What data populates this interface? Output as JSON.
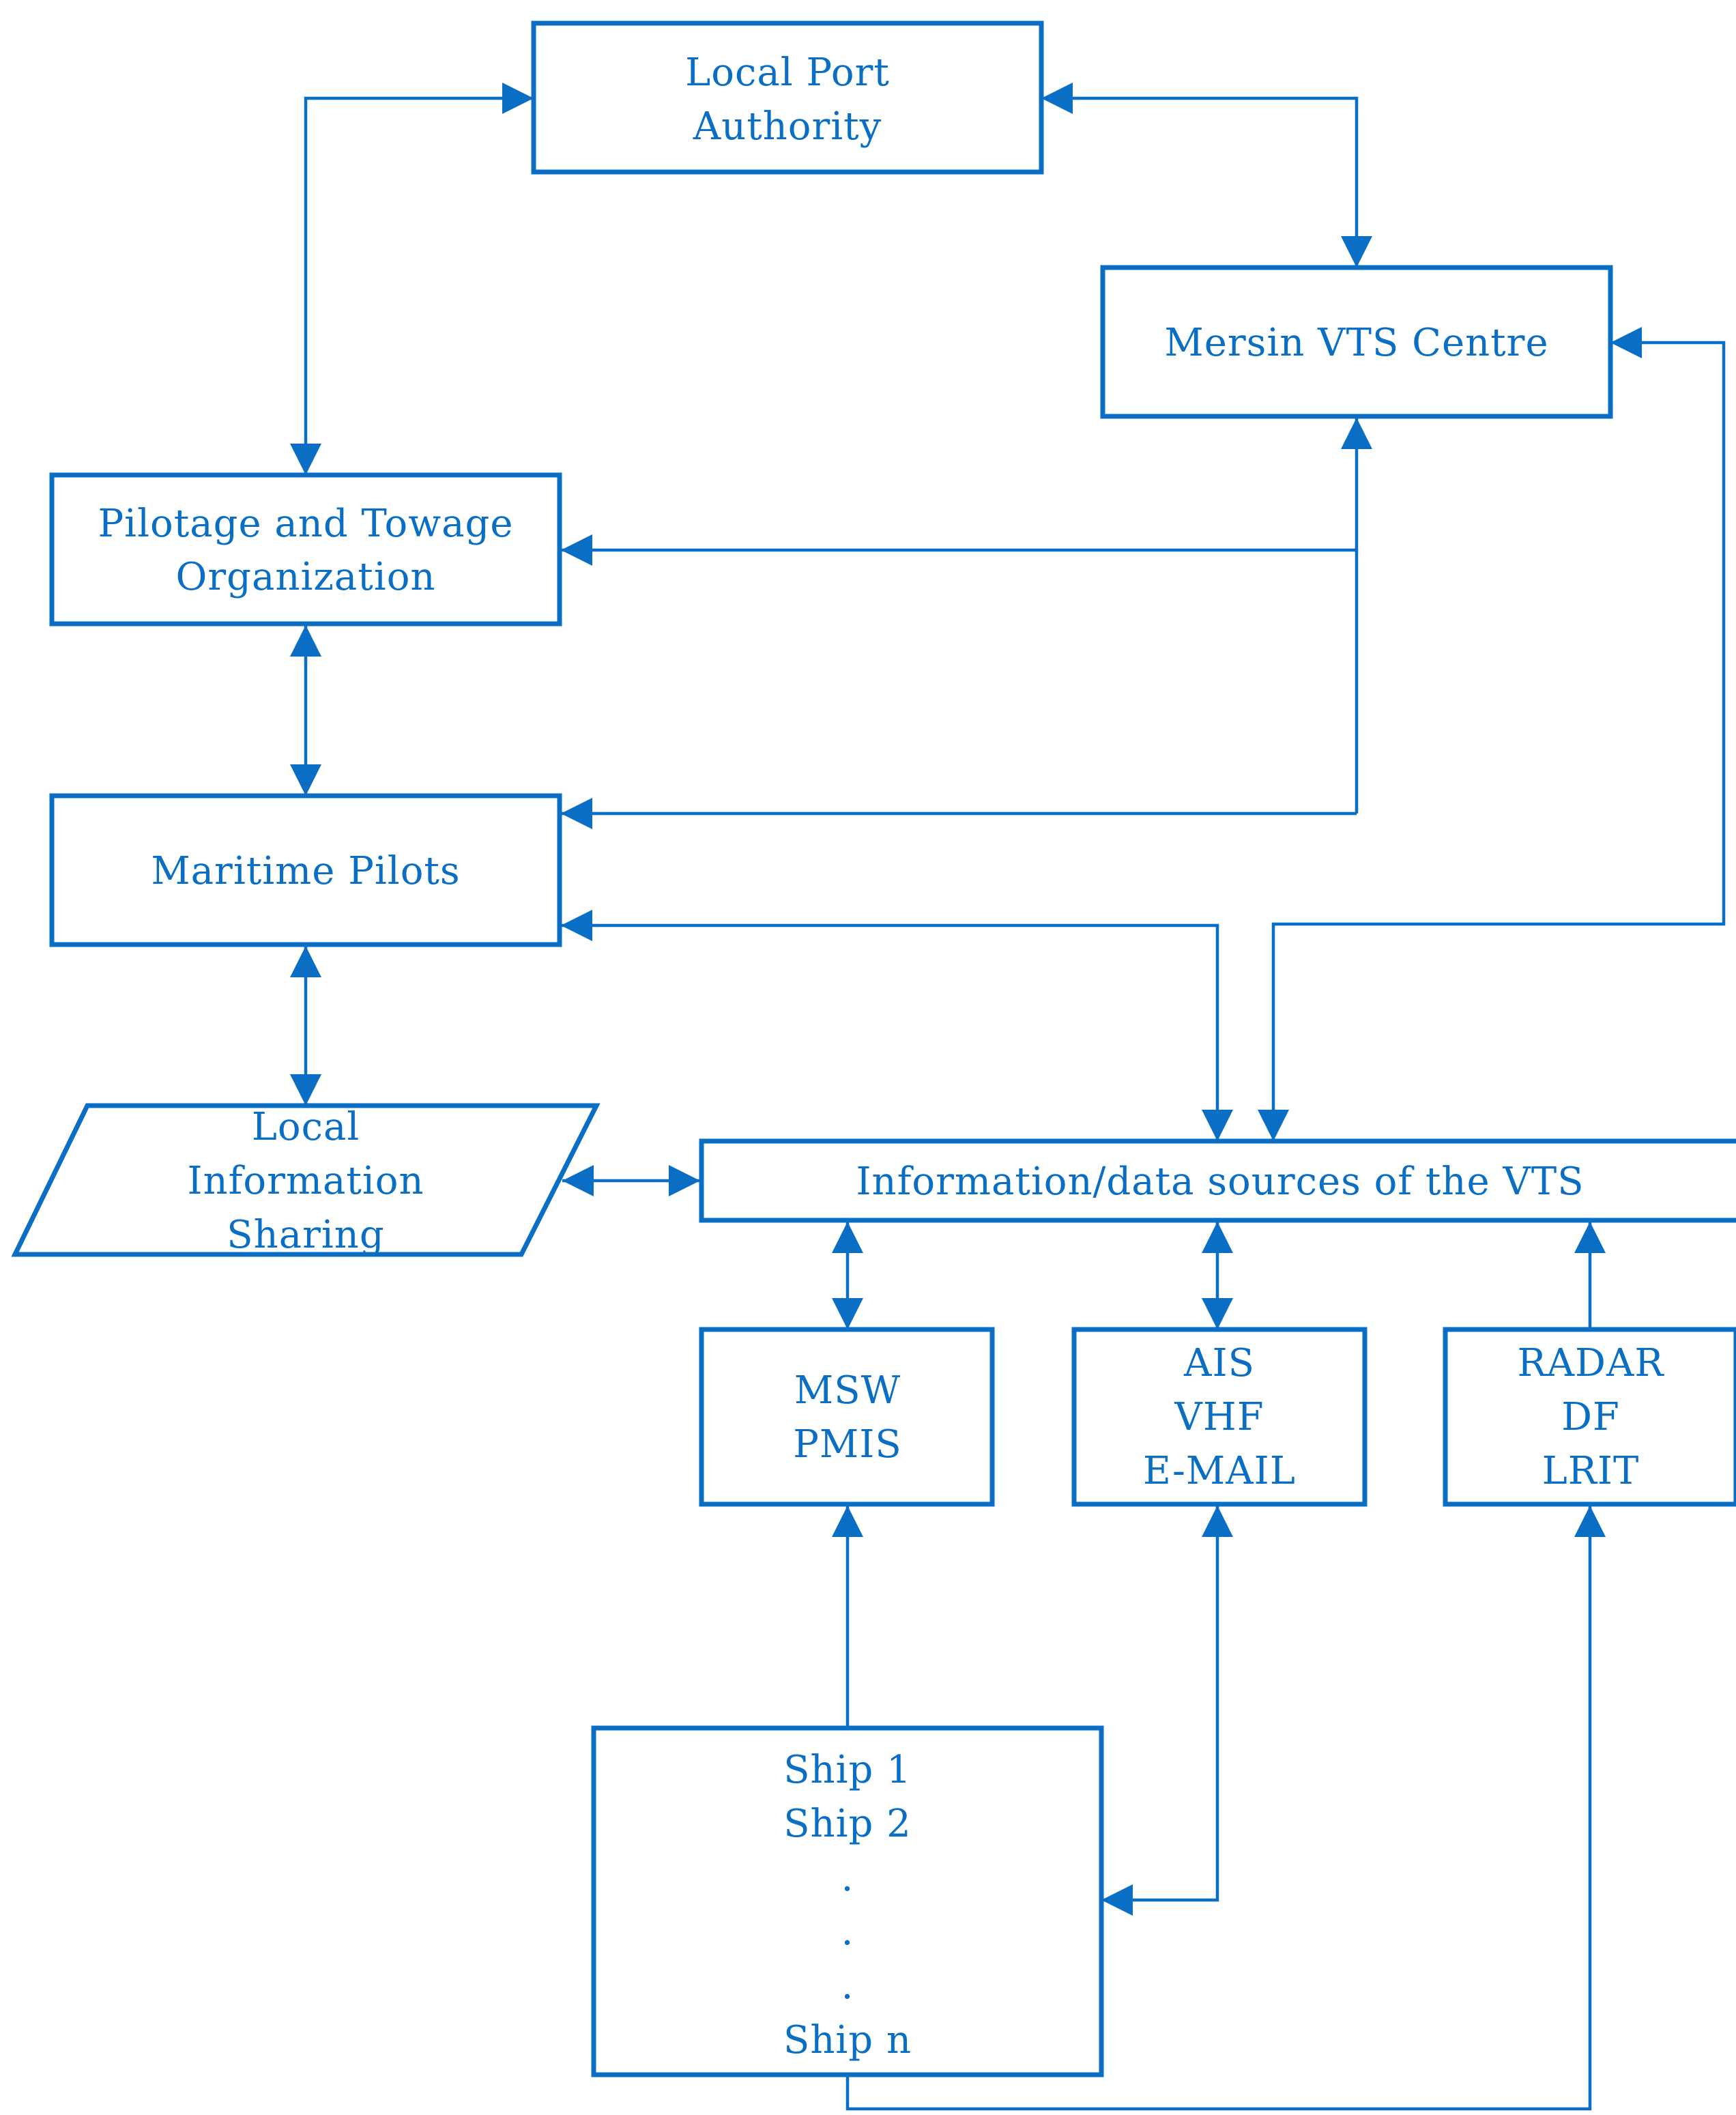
{
  "colors": {
    "accent": "#0a6fc4",
    "background": "#ffffff"
  },
  "nodes": {
    "local_port_authority": {
      "lines": [
        "Local Port",
        "Authority"
      ]
    },
    "mersin_vts_centre": {
      "lines": [
        "Mersin VTS Centre"
      ]
    },
    "pilotage_towage": {
      "lines": [
        "Pilotage and Towage",
        "Organization"
      ]
    },
    "maritime_pilots": {
      "lines": [
        "Maritime Pilots"
      ]
    },
    "local_info_sharing": {
      "lines": [
        "Local",
        "Information",
        "Sharing"
      ]
    },
    "vts_sources": {
      "lines": [
        "Information/data sources of the VTS"
      ]
    },
    "msw_pmis": {
      "lines": [
        "MSW",
        "PMIS"
      ]
    },
    "ais_vhf_email": {
      "lines": [
        "AIS",
        "VHF",
        "E-MAIL"
      ]
    },
    "radar_df_lrit": {
      "lines": [
        "RADAR",
        "DF",
        "LRIT"
      ]
    },
    "ships": {
      "lines": [
        "Ship 1",
        "Ship 2",
        ".",
        ".",
        ".",
        "Ship n"
      ]
    }
  }
}
